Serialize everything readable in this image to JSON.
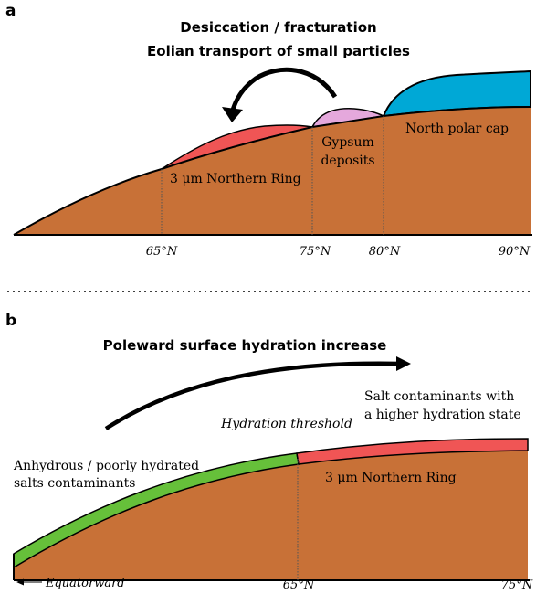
{
  "panel_a": {
    "letter": "a",
    "title_line1": "Desiccation / fracturation",
    "title_line2": "Eolian transport of small particles",
    "ring_label": "3 μm Northern Ring",
    "gypsum_line1": "Gypsum",
    "gypsum_line2": "deposits",
    "cap_label": "North polar cap",
    "ticks": [
      "65°N",
      "75°N",
      "80°N",
      "90°N"
    ]
  },
  "panel_b": {
    "letter": "b",
    "title": "Poleward surface hydration increase",
    "threshold_label": "Hydration threshold",
    "salt_line1": "Salt contaminants with",
    "salt_line2": "a higher hydration state",
    "anhydrous_line1": "Anhydrous / poorly hydrated",
    "anhydrous_line2": "salts contaminants",
    "ring_label": "3 μm Northern Ring",
    "equatorward_label": "Equatorward",
    "ticks": [
      "65°N",
      "75°N"
    ]
  },
  "colors": {
    "ground": "#c87137",
    "ring": "#f05555",
    "gypsum": "#e5a8dc",
    "cap": "#00a8d6",
    "anhydrous": "#66c03a"
  }
}
